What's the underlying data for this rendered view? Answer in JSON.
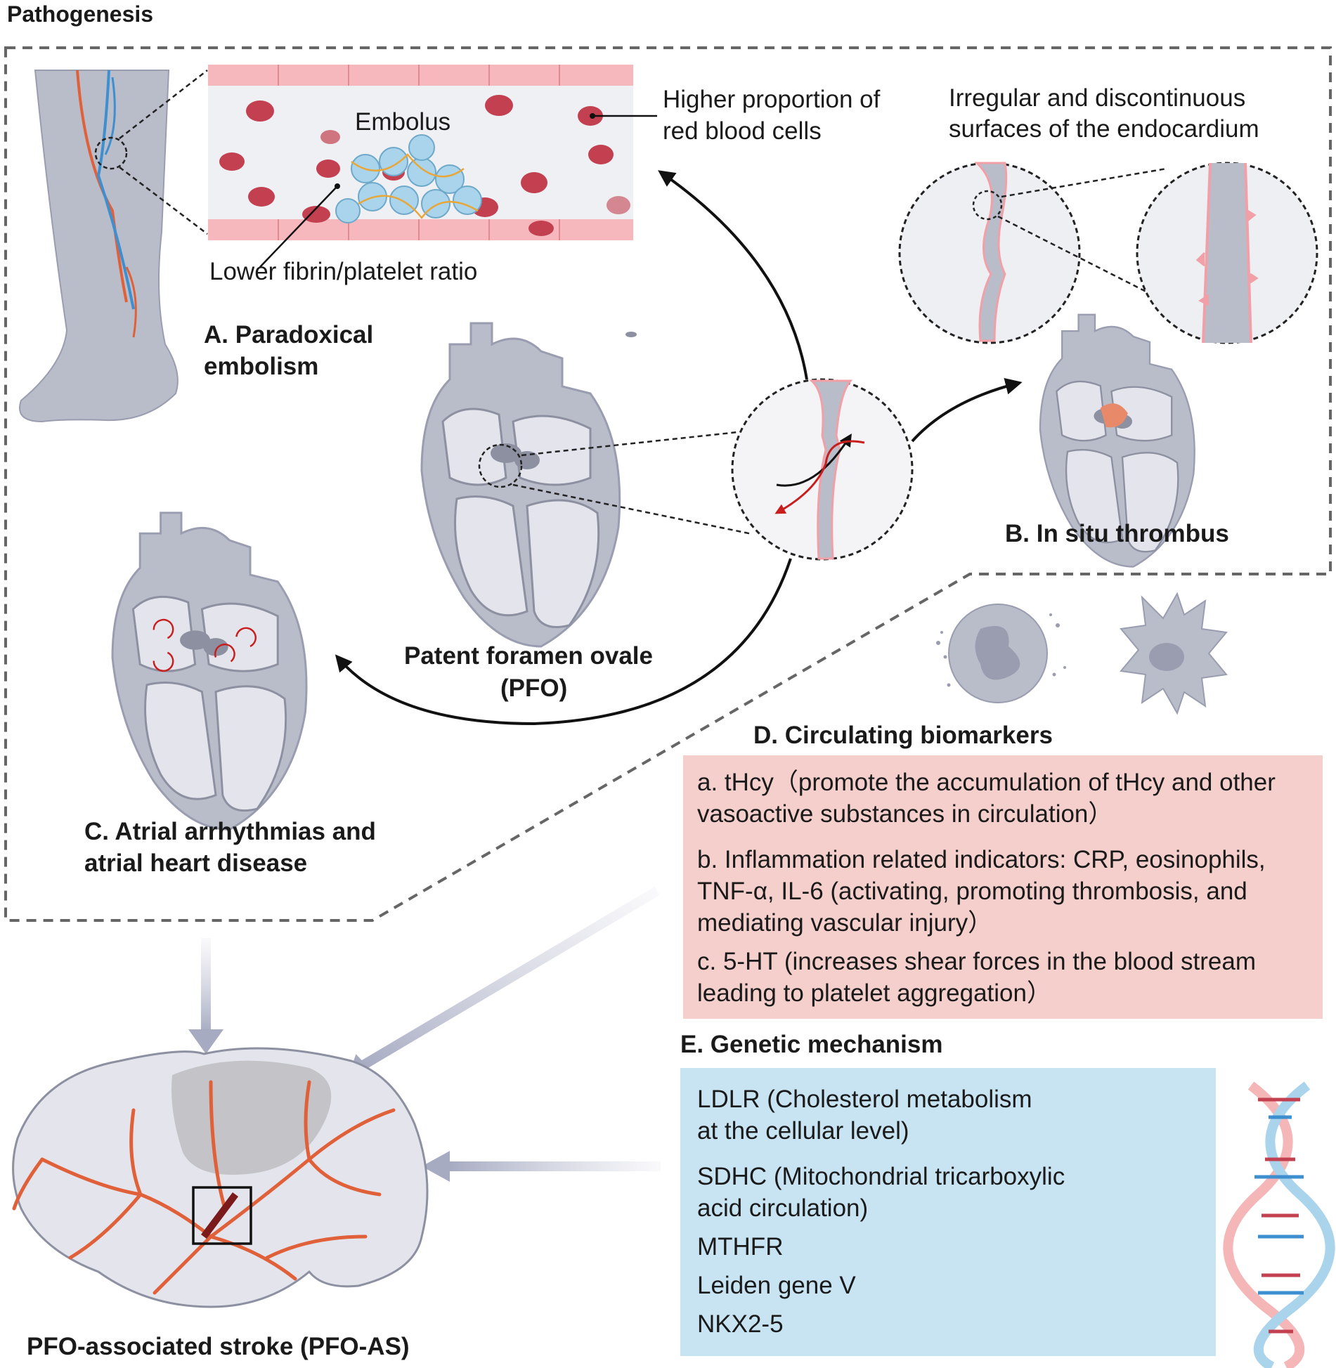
{
  "title": "Pathogenesis",
  "paradoxical": {
    "heading_line1": "A. Paradoxical",
    "heading_line2": "embolism",
    "embolus_label": "Embolus",
    "rbc_label_line1": "Higher proportion of",
    "rbc_label_line2": "red blood cells",
    "fibrin_label": "Lower fibrin/platelet ratio"
  },
  "in_situ": {
    "surface_line1": "Irregular and discontinuous",
    "surface_line2": "surfaces of the endocardium",
    "heading": "B. In situ thrombus"
  },
  "pfo": {
    "label_line1": "Patent foramen ovale",
    "label_line2": "(PFO)"
  },
  "atrial": {
    "heading_line1": "C. Atrial arrhythmias and",
    "heading_line2": "atrial heart disease"
  },
  "biomarkers": {
    "heading": "D. Circulating biomarkers",
    "items": [
      {
        "line1": "a. tHcy（promote the accumulation of tHcy and other",
        "line2": "vasoactive substances in circulation）"
      },
      {
        "line1": "b. Inflammation related indicators: CRP, eosinophils,",
        "line2": "TNF-α, IL-6 (activating, promoting thrombosis, and",
        "line3": "mediating vascular injury）"
      },
      {
        "line1": "c. 5-HT (increases shear forces in the blood stream",
        "line2": "leading to platelet aggregation）"
      }
    ]
  },
  "genetic": {
    "heading": "E. Genetic mechanism",
    "items": [
      {
        "line1": "LDLR (Cholesterol metabolism",
        "line2": "at the cellular level)"
      },
      {
        "line1": "SDHC (Mitochondrial tricarboxylic",
        "line2": "acid circulation)"
      },
      {
        "line1": "MTHFR"
      },
      {
        "line1": "Leiden gene V"
      },
      {
        "line1": "NKX2-5"
      }
    ]
  },
  "stroke_label": "PFO-associated stroke (PFO-AS)",
  "colors": {
    "organ_gray": "#b9bcc9",
    "organ_dark": "#8c90a0",
    "vessel_red": "#e0603a",
    "vein_blue": "#3d8fcf",
    "rbc_red": "#c2404f",
    "platelet_blue": "#a9d4ec",
    "pink_box": "#f4cfcb",
    "blue_box": "#c8e4f3",
    "dashed_border": "#666666"
  }
}
